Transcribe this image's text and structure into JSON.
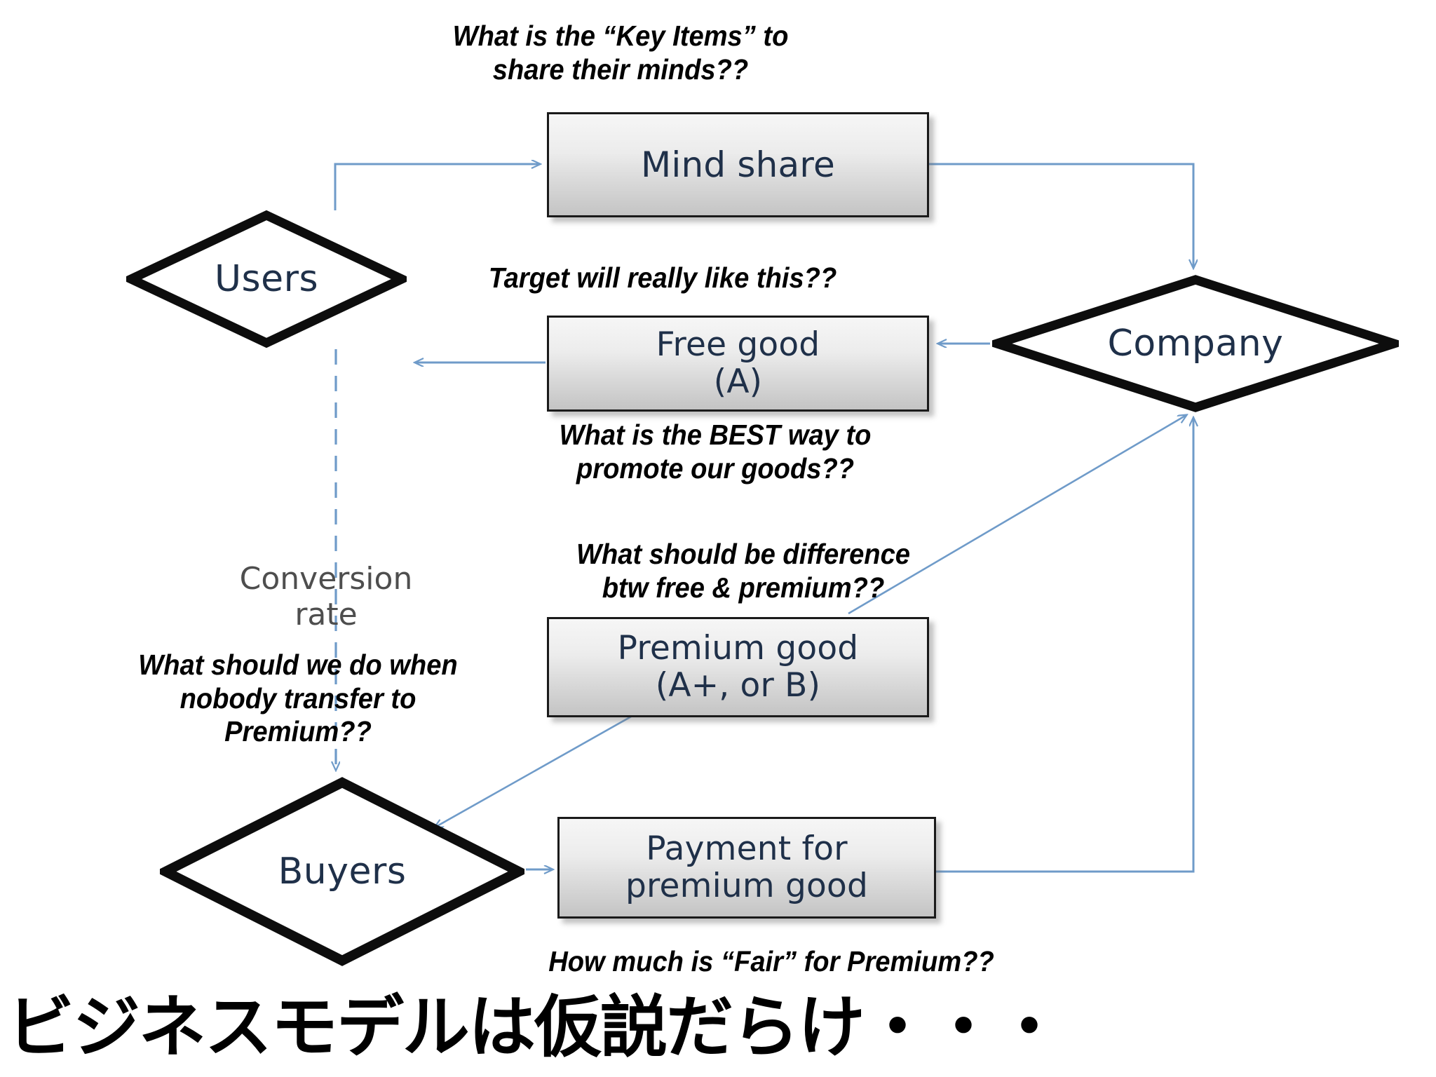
{
  "diagram": {
    "title_caption_jp": "ビジネスモデルは仮説だらけ・・・",
    "nodes": {
      "mind_share": {
        "label": "Mind share"
      },
      "free_good": {
        "line1": "Free good",
        "line2": "(A)"
      },
      "premium_good": {
        "line1": "Premium good",
        "line2": "(A+, or B)"
      },
      "payment": {
        "line1": "Payment for",
        "line2": "premium good"
      },
      "users": {
        "label": "Users"
      },
      "company": {
        "label": "Company"
      },
      "buyers": {
        "label": "Buyers"
      }
    },
    "edge_labels": {
      "conversion_rate": "Conversion\nrate"
    },
    "annotations": {
      "key_items": "What is the “Key Items” to\nshare their minds??",
      "target_like": "Target will really like this??",
      "best_way": "What is the BEST way to\npromote our goods??",
      "difference": "What should be difference\nbtw free & premium??",
      "nobody_transfer": "What should we do when\nnobody transfer to\nPremium??",
      "fair_premium": "How much is “Fair” for Premium??"
    },
    "colors": {
      "connector": "#6f9bc9",
      "node_border": "#1a1a1a",
      "node_text": "#1f3049",
      "box_fill_top": "#f6f6f6",
      "box_fill_bottom": "#c4c4c4",
      "annotation_text": "#000000",
      "edge_label_text": "#4e4e4e",
      "background": "#ffffff"
    }
  }
}
